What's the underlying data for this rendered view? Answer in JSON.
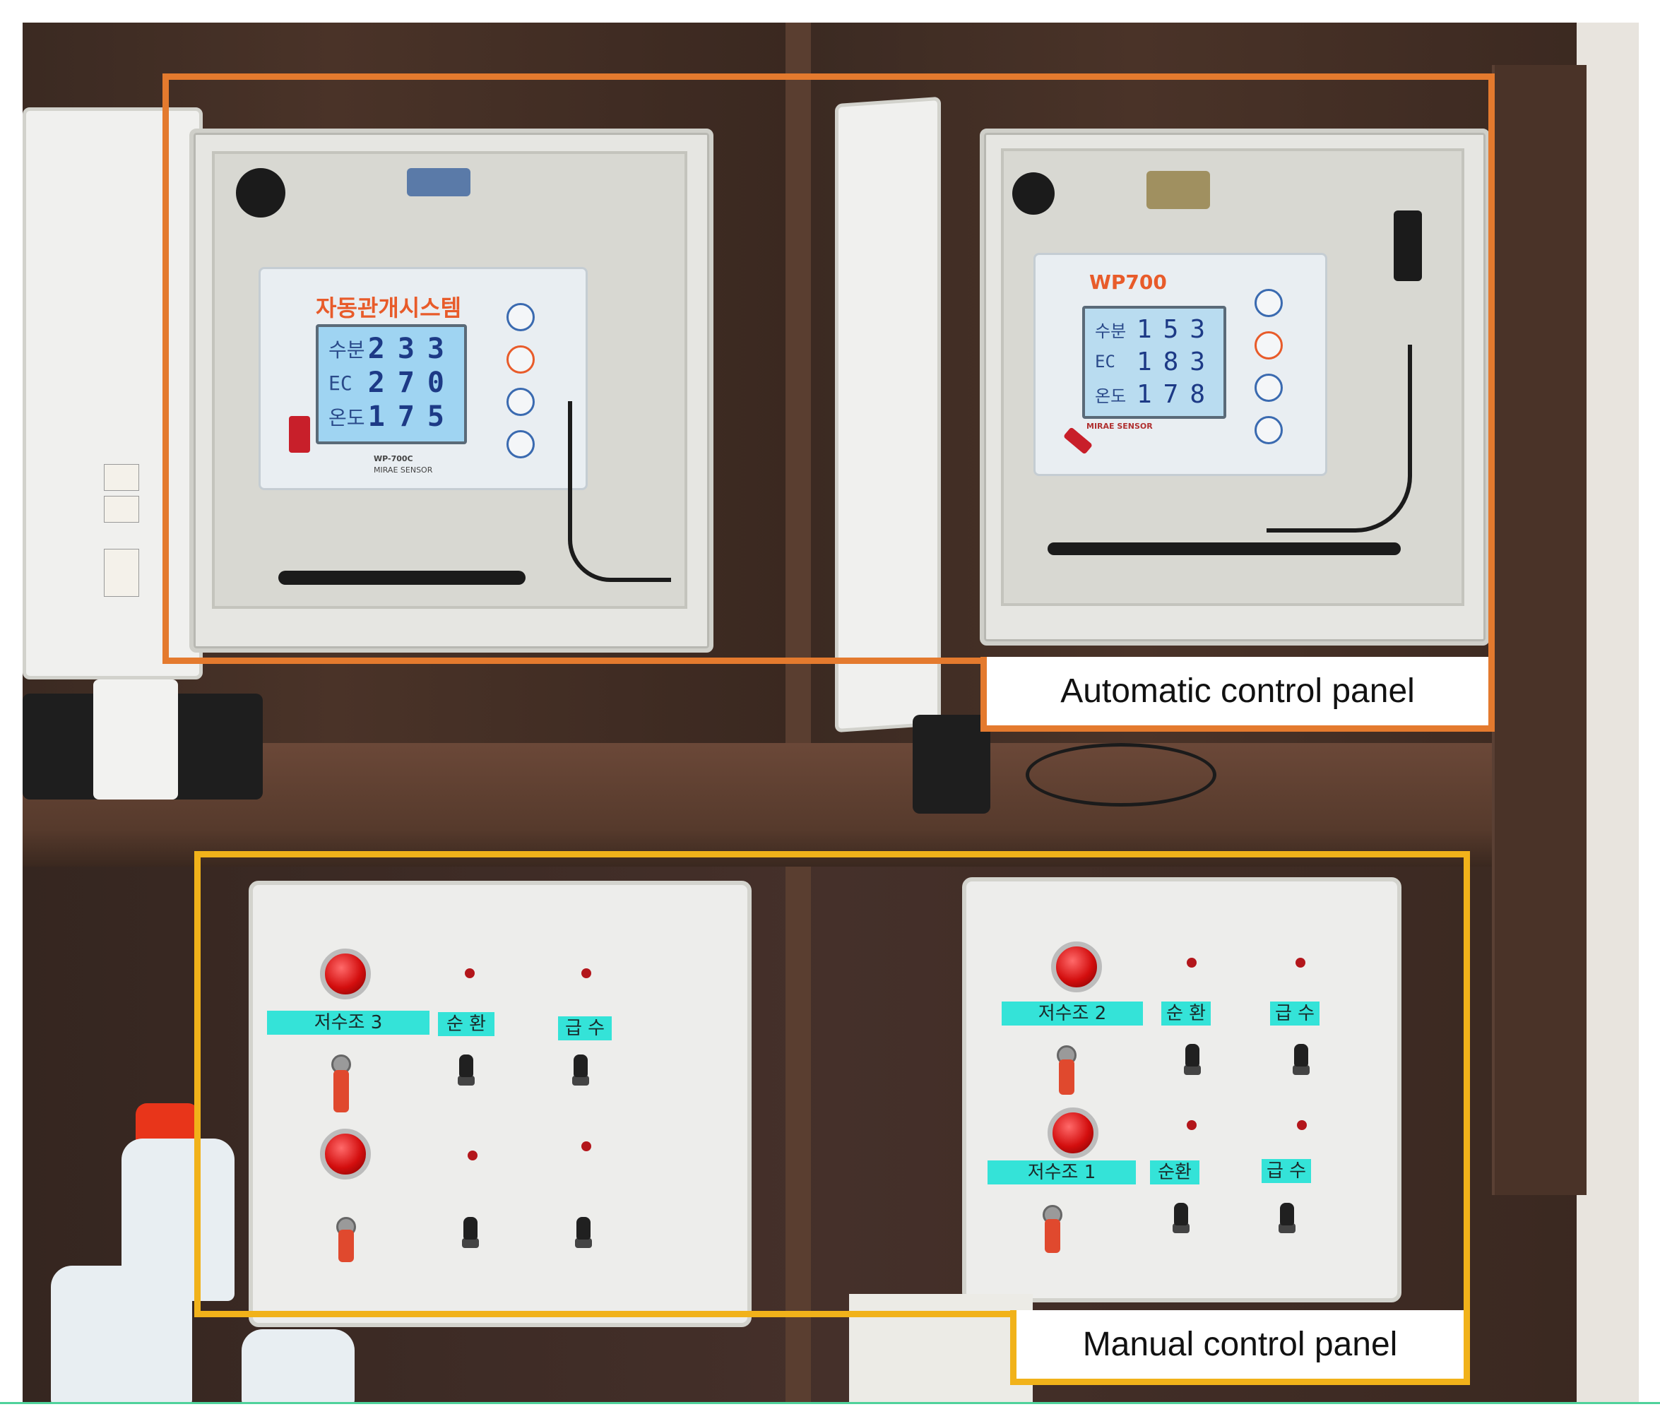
{
  "annotations": {
    "automatic_label": "Automatic control panel",
    "manual_label": "Manual control panel",
    "automatic_box_color": "#e47a2e",
    "manual_box_color": "#f1b21a"
  },
  "automatic_panels": [
    {
      "brand": "자동관개시스템",
      "model": "WP-700C",
      "maker": "MIRAE SENSOR",
      "readings": [
        {
          "label": "수분",
          "value": "233"
        },
        {
          "label": "EC",
          "value": "270"
        },
        {
          "label": "온도",
          "value": "175"
        }
      ]
    },
    {
      "brand": "WP700",
      "maker": "MIRAE SENSOR",
      "readings": [
        {
          "label": "수분",
          "value": "153"
        },
        {
          "label": "EC",
          "value": "183"
        },
        {
          "label": "온도",
          "value": "178"
        }
      ]
    }
  ],
  "manual_panels": [
    {
      "rows": [
        {
          "tank": "저수조 3",
          "circ": "순 환",
          "supply": "급 수"
        },
        {
          "tank": "",
          "circ": "",
          "supply": ""
        }
      ]
    },
    {
      "rows": [
        {
          "tank": "저수조 2",
          "circ": "순 환",
          "supply": "급 수"
        },
        {
          "tank": "저수조 1",
          "circ": "순환",
          "supply": "급 수"
        }
      ]
    }
  ]
}
